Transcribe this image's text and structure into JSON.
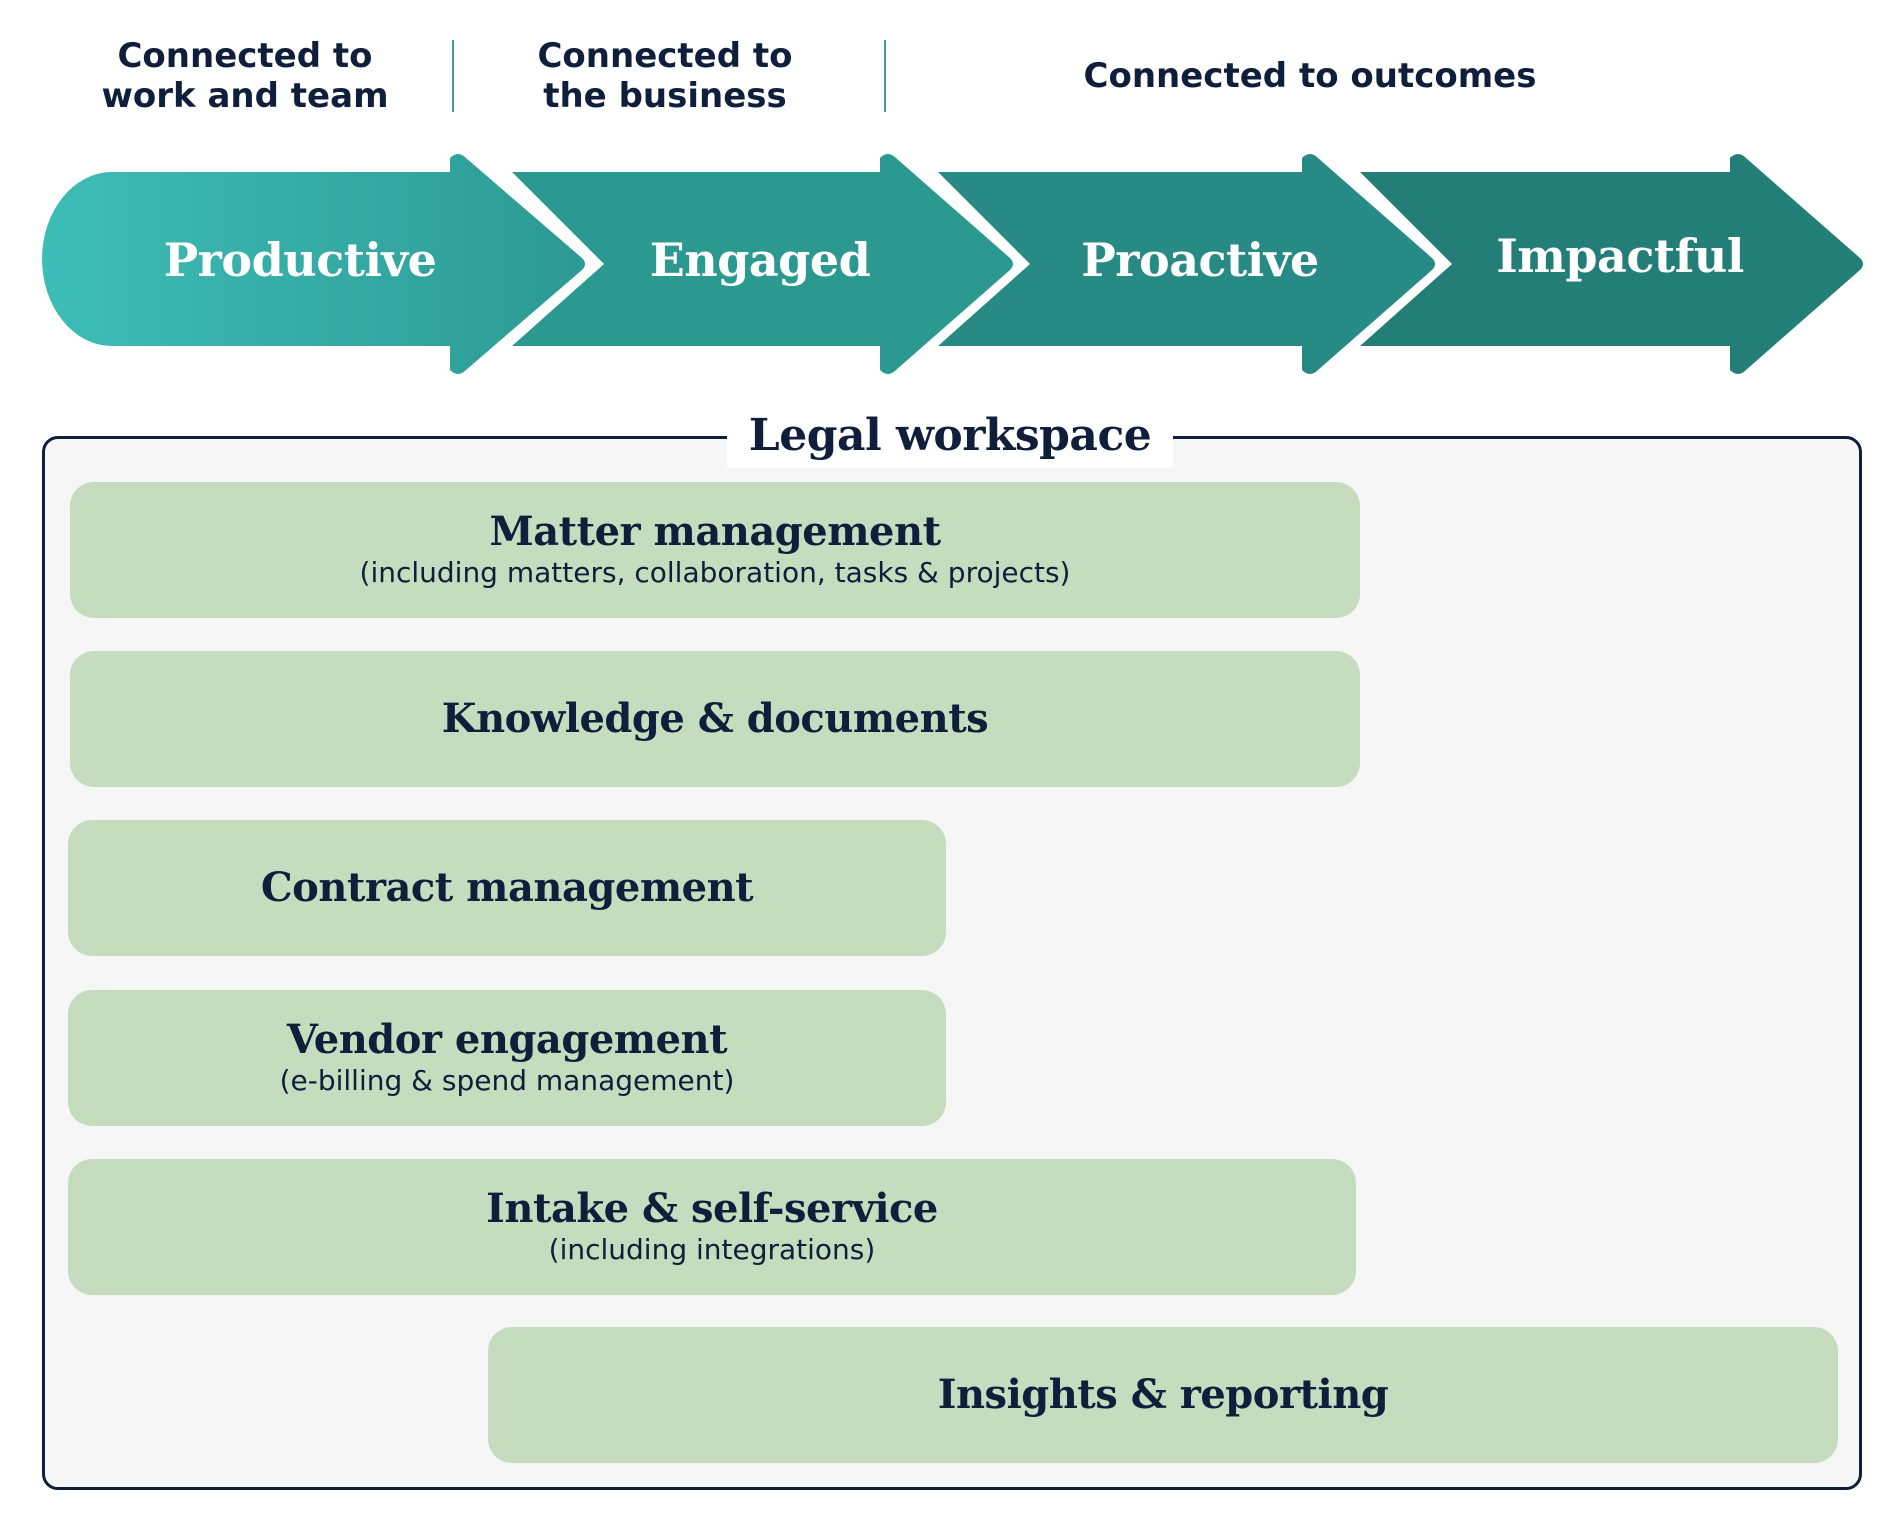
{
  "headers": [
    {
      "label": "Connected to\nwork and team"
    },
    {
      "label": "Connected to\nthe business"
    },
    {
      "label": "Connected to outcomes"
    }
  ],
  "stages": [
    {
      "label": "Productive"
    },
    {
      "label": "Engaged"
    },
    {
      "label": "Proactive"
    },
    {
      "label": "Impactful"
    }
  ],
  "workspace": {
    "title": "Legal workspace",
    "modules": [
      {
        "title": "Matter management",
        "subtitle": "(including matters, collaboration, tasks & projects)"
      },
      {
        "title": "Knowledge & documents",
        "subtitle": ""
      },
      {
        "title": "Contract management",
        "subtitle": ""
      },
      {
        "title": "Vendor engagement",
        "subtitle": "(e-billing & spend management)"
      },
      {
        "title": "Intake & self-service",
        "subtitle": "(including integrations)"
      },
      {
        "title": "Insights & reporting",
        "subtitle": ""
      }
    ]
  },
  "colors": {
    "navy": "#0f1e3a",
    "teal_light": "#3dbdb7",
    "teal_mid": "#2b9990",
    "teal_dark": "#247e78",
    "module_green": "#c5ddbe",
    "panel_bg": "#f6f6f7"
  }
}
